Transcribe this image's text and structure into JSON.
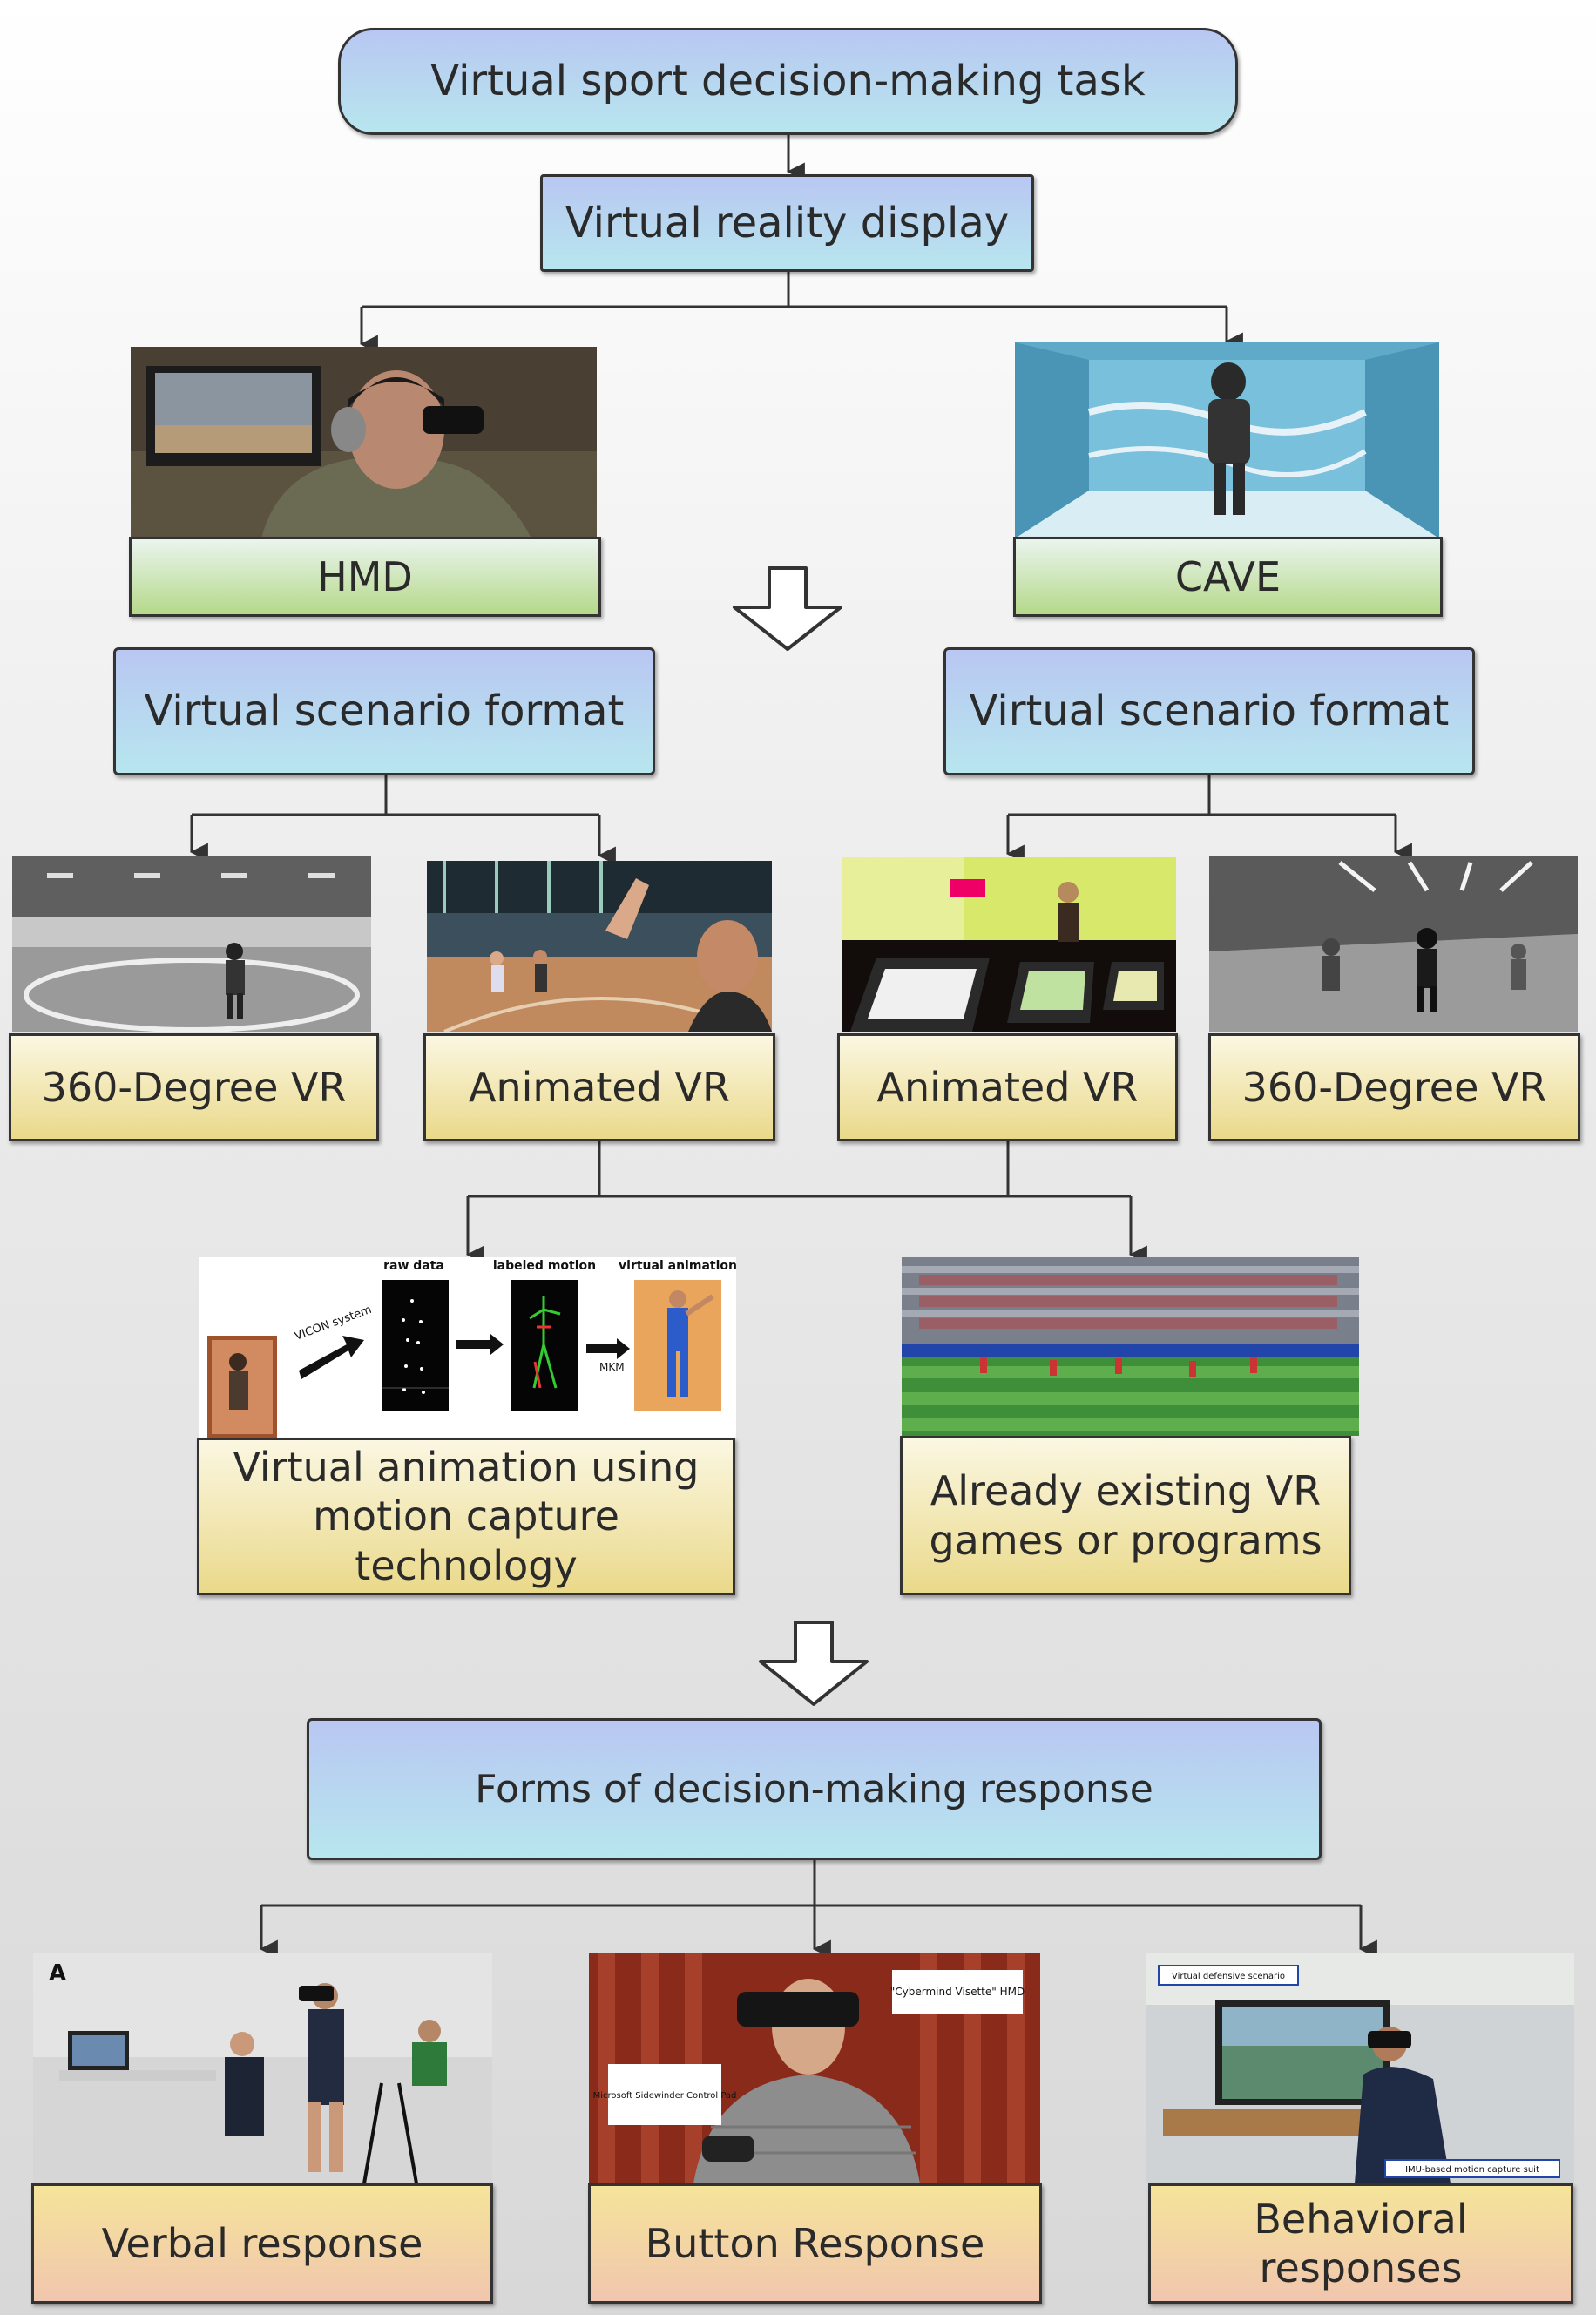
{
  "title": "Virtual sport decision-making task",
  "display": {
    "label": "Virtual reality display",
    "options": [
      "HMD",
      "CAVE"
    ]
  },
  "scenario": {
    "left_label": "Virtual scenario format",
    "right_label": "Virtual scenario format",
    "formats": [
      "360-Degree VR",
      "Animated VR",
      "Animated VR",
      "360-Degree VR"
    ]
  },
  "animation": {
    "mocap_label": "Virtual animation using motion capture technology",
    "existing_label": "Already existing VR games or programs",
    "mocap_figure": {
      "raw": "raw data",
      "labeled": "labeled motion",
      "virtual": "virtual animation",
      "system": "VICON system",
      "mkm": "MKM"
    }
  },
  "response": {
    "label": "Forms of decision-making response",
    "types": [
      "Verbal response",
      "Button Response",
      "Behavioral responses"
    ],
    "photo_marks": {
      "panel_a": "A",
      "hmd_tag": "\"Cybermind Visette\" HMD",
      "pad_tag": "Microsoft Sidewinder Control Pad",
      "scenario_tag": "Virtual defensive scenario",
      "imu_tag": "IMU-based motion capture suit"
    }
  }
}
